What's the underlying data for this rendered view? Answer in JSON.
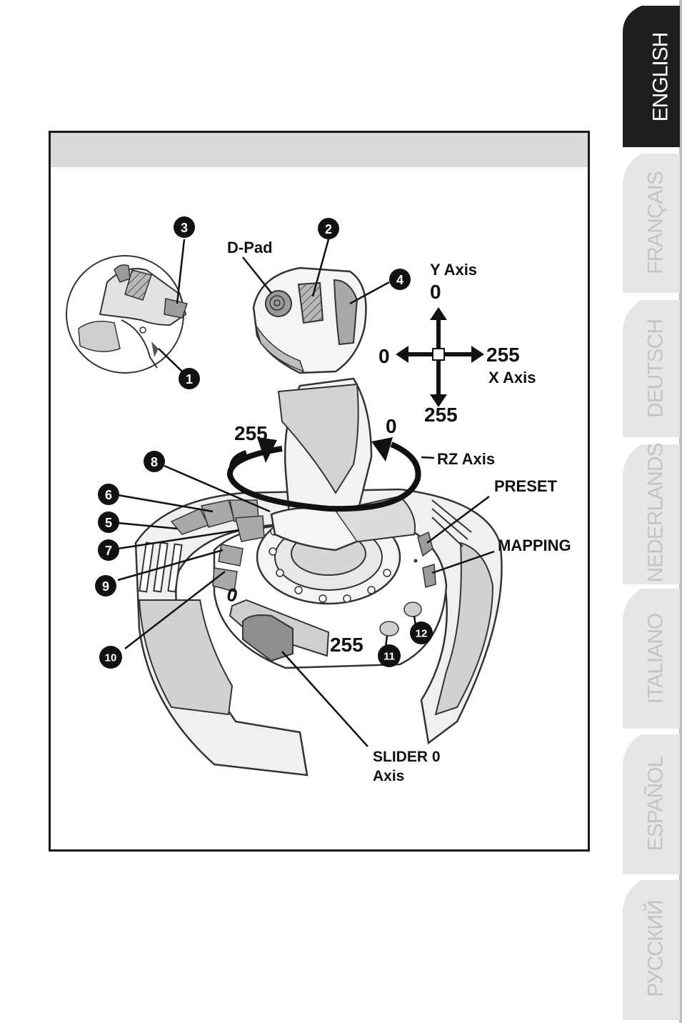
{
  "languages": [
    {
      "label": "ENGLISH",
      "active": true
    },
    {
      "label": "FRANÇAIS",
      "active": false
    },
    {
      "label": "DEUTSCH",
      "active": false
    },
    {
      "label": "NEDERLANDS",
      "active": false
    },
    {
      "label": "ITALIANO",
      "active": false
    },
    {
      "label": "ESPAÑOL",
      "active": false
    },
    {
      "label": "РУССКИЙ",
      "active": false
    }
  ],
  "colors": {
    "active_tab": "#1e1e1e",
    "inactive_tab": "#e6e6e6",
    "inactive_text": "#c4c4c4",
    "active_text": "#ffffff",
    "frame_header": "#d9d9d9",
    "joystick_fill": "#d4d4d4",
    "joystick_dark": "#a9a9a9"
  },
  "diagram": {
    "callouts": [
      "1",
      "2",
      "3",
      "4",
      "5",
      "6",
      "7",
      "8",
      "9",
      "10",
      "11",
      "12"
    ],
    "labels": {
      "dpad": "D-Pad",
      "y_axis": "Y Axis",
      "x_axis": "X Axis",
      "y_min": "0",
      "y_max": "255",
      "x_min": "0",
      "x_max": "255",
      "rz_axis": "RZ Axis",
      "rz_left": "255",
      "rz_right": "0",
      "preset": "PRESET",
      "mapping": "MAPPING",
      "slider_min": "0",
      "slider_max": "255",
      "slider_line1": "SLIDER 0",
      "slider_line2": "Axis"
    }
  }
}
